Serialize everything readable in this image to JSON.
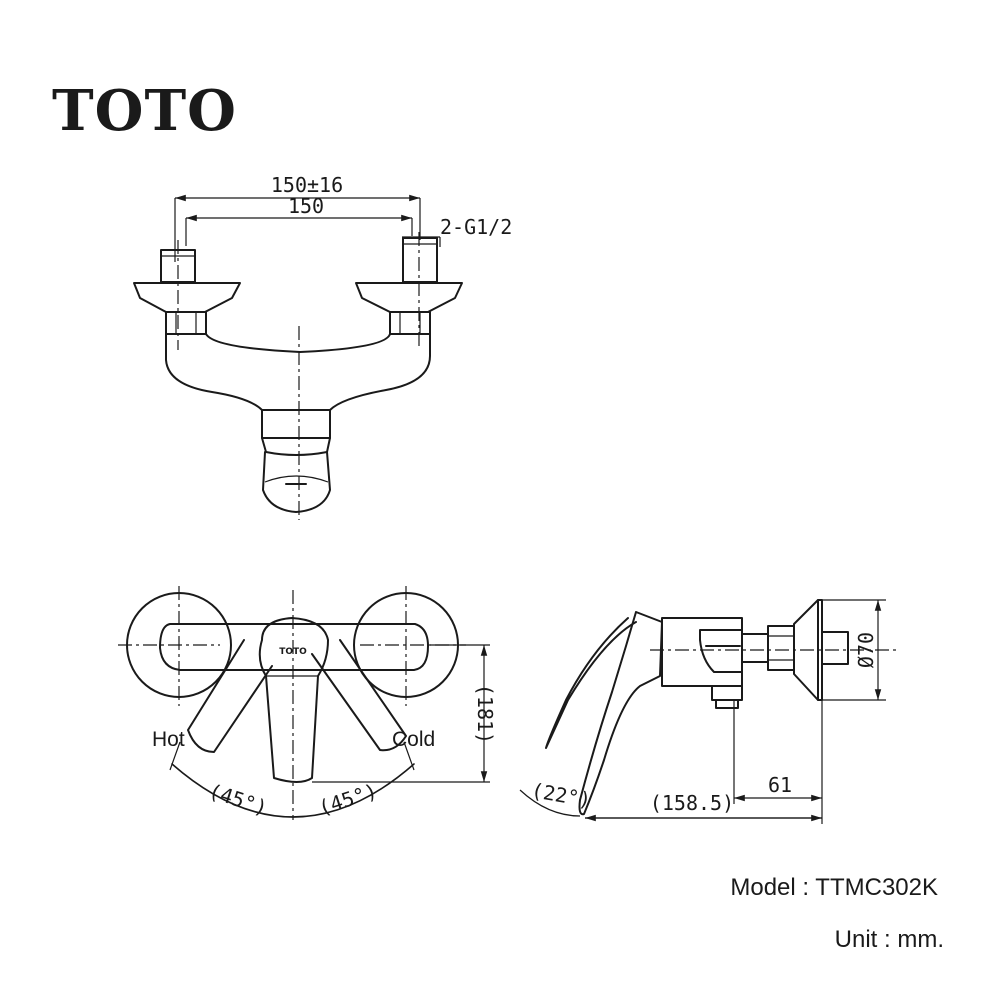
{
  "brand": {
    "logo_text": "TOTO"
  },
  "top_view": {
    "dim_total": "150±16",
    "dim_inner": "150",
    "thread_label": "2-G1/2"
  },
  "front_view": {
    "hot_label": "Hot",
    "cold_label": "Cold",
    "angle_left": "(45°)",
    "angle_right": "(45°)",
    "height_dim": "(181)",
    "handle_mark": "TOTO"
  },
  "side_view": {
    "angle": "(22°)",
    "depth_dim": "(158.5)",
    "offset_dim": "61",
    "diameter_dim": "Ø70"
  },
  "footer": {
    "model": "Model : TTMC302K",
    "unit": "Unit : mm."
  }
}
